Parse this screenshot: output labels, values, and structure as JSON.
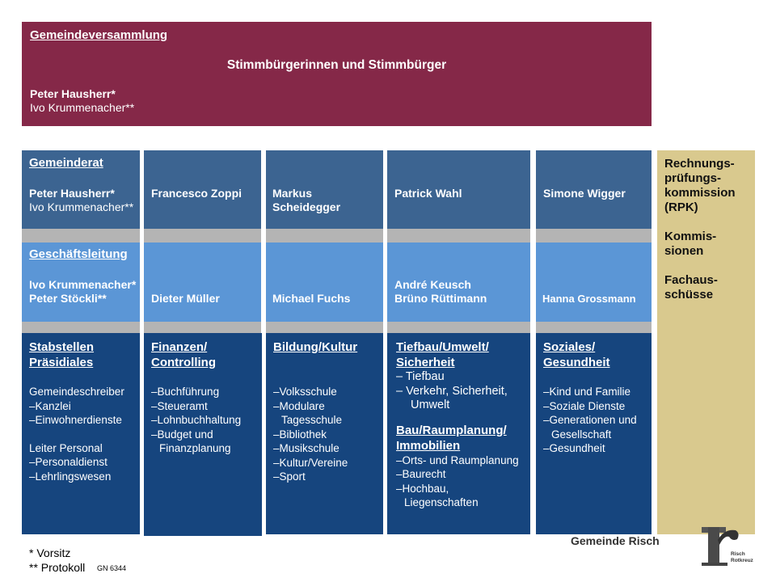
{
  "gemeindeversammlung": {
    "title": "Gemeindeversammlung",
    "subtitle": "Stimmbürgerinnen und Stimmbürger",
    "president": "Peter Hausherr*",
    "secretary": "Ivo Krummenacher**"
  },
  "gemeinderat": {
    "title": "Gemeinderat",
    "members": [
      "Peter Hausherr*",
      "Ivo Krummenacher**",
      "Francesco Zoppi",
      "Markus",
      "Scheidegger",
      "Patrick Wahl",
      "Simone Wigger"
    ]
  },
  "geschaeftsleitung": {
    "title": "Geschäftsleitung",
    "members": [
      "Ivo Krummenacher*",
      "Peter Stöckli**",
      "Dieter Müller",
      "Michael Fuchs",
      "André Keusch",
      "Brüno Rüttimann",
      "Hanna Grossmann"
    ]
  },
  "departments": [
    {
      "title": [
        "Stabstellen",
        "Präsidiales"
      ],
      "groups": [
        {
          "label": "Gemeindeschreiber",
          "items": [
            "Kanzlei",
            "Einwohnerdienste"
          ]
        },
        {
          "label": "Leiter Personal",
          "items": [
            "Personaldienst",
            "Lehrlingswesen"
          ]
        }
      ]
    },
    {
      "title": [
        "Finanzen/",
        "Controlling"
      ],
      "items": [
        "Buchführung",
        "Steueramt",
        "Lohnbuchhaltung",
        "Budget und Finanzplanung"
      ]
    },
    {
      "title": [
        "Bildung/Kultur"
      ],
      "items": [
        "Volksschule",
        "Modulare Tagesschule",
        "Bibliothek",
        "Musikschule",
        "Kultur/Vereine",
        "Sport"
      ]
    },
    {
      "title": [
        "Tiefbau/Umwelt/",
        "Sicherheit"
      ],
      "items": [
        "Tiefbau",
        "Verkehr, Sicherheit, Umwelt"
      ],
      "title2": [
        "Bau/Raumplanung/",
        "Immobilien"
      ],
      "items2": [
        "Orts- und Raumplanung",
        "Baurecht",
        "Hochbau, Liegenschaften"
      ]
    },
    {
      "title": [
        "Soziales/",
        "Gesundheit"
      ],
      "items": [
        "Kind und Familie",
        "Soziale Dienste",
        "Generationen und Gesellschaft",
        "Gesundheit"
      ]
    }
  ],
  "side": {
    "items": [
      "Rechnungs-",
      "prüfungs-",
      "kommission",
      "(RPK)",
      "Kommis-",
      "sionen",
      "Fachaus-",
      "schüsse"
    ]
  },
  "footer": {
    "legend1": "* Vorsitz",
    "legend2": "** Protokoll",
    "code": "GN 6344",
    "brand": "Gemeinde Risch",
    "logo_text": "Risch Rotkreuz"
  }
}
